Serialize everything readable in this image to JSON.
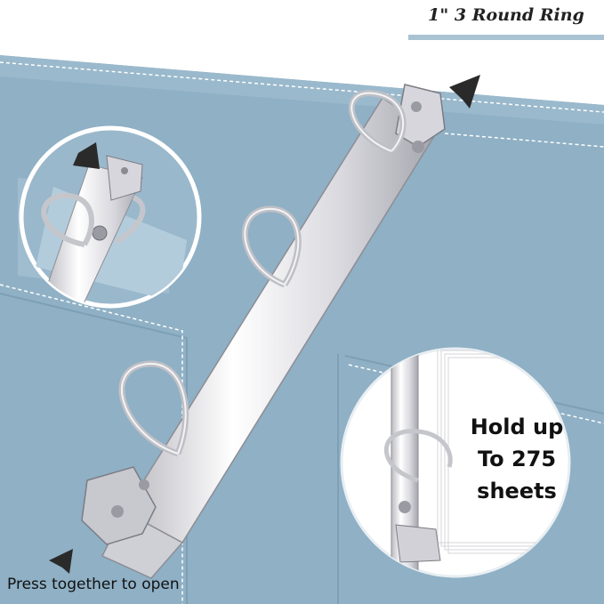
{
  "title_banner": {
    "text": "1\" 3 Round Ring"
  },
  "capacity_callout": {
    "line1": "Hold up",
    "line2": "To 275",
    "line3": "sheets"
  },
  "instruction_caption": {
    "text": "Press together to open"
  },
  "colors": {
    "binder_blue": "#8fb0c5",
    "banner_accent": "#a9c3d2",
    "metal": "#e6e6ea"
  }
}
